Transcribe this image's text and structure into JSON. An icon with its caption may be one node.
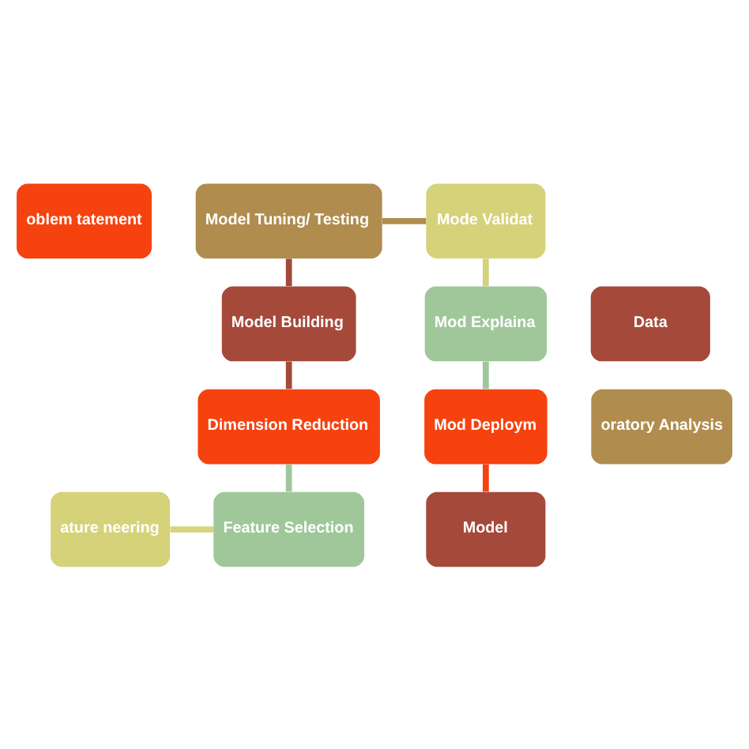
{
  "diagram": {
    "nodes": [
      {
        "text": [
          "oblem tatement"
        ]
      },
      {
        "text": [
          "Model Tuning/ Testing"
        ]
      },
      {
        "text": [
          "Mode Validat"
        ]
      },
      {
        "text": [
          "Data"
        ]
      },
      {
        "text": [
          "Model Building"
        ]
      },
      {
        "text": [
          "Mod Explaina"
        ]
      },
      {
        "text": [
          "oratory Analysis"
        ]
      },
      {
        "text": [
          "Dimension Reduction"
        ]
      },
      {
        "text": [
          "Mod Deploym"
        ]
      },
      {
        "text": [
          "ature neering"
        ]
      },
      {
        "text": [
          "Feature Selection"
        ]
      },
      {
        "text": [
          "Model"
        ]
      }
    ],
    "edges": [
      {
        "from": 9,
        "to": 10,
        "arrow": "none",
        "color": "#d6d47e"
      },
      {
        "from": 7,
        "to": 10,
        "arrow": "none",
        "color": "#9fc79a"
      },
      {
        "from": 4,
        "to": 7,
        "arrow": "none",
        "color": "#a5493a"
      },
      {
        "from": 1,
        "to": 4,
        "arrow": "none",
        "color": "#a5493a"
      },
      {
        "from": 1,
        "to": 2,
        "arrow": "none",
        "color": "#b08c4e"
      },
      {
        "from": 2,
        "to": 5,
        "arrow": "none",
        "color": "#d5d27a"
      },
      {
        "from": 5,
        "to": 8,
        "arrow": "none",
        "color": "#9fc79a"
      },
      {
        "from": 8,
        "to": 11,
        "arrow": "none",
        "color": "#f5420f"
      }
    ]
  }
}
